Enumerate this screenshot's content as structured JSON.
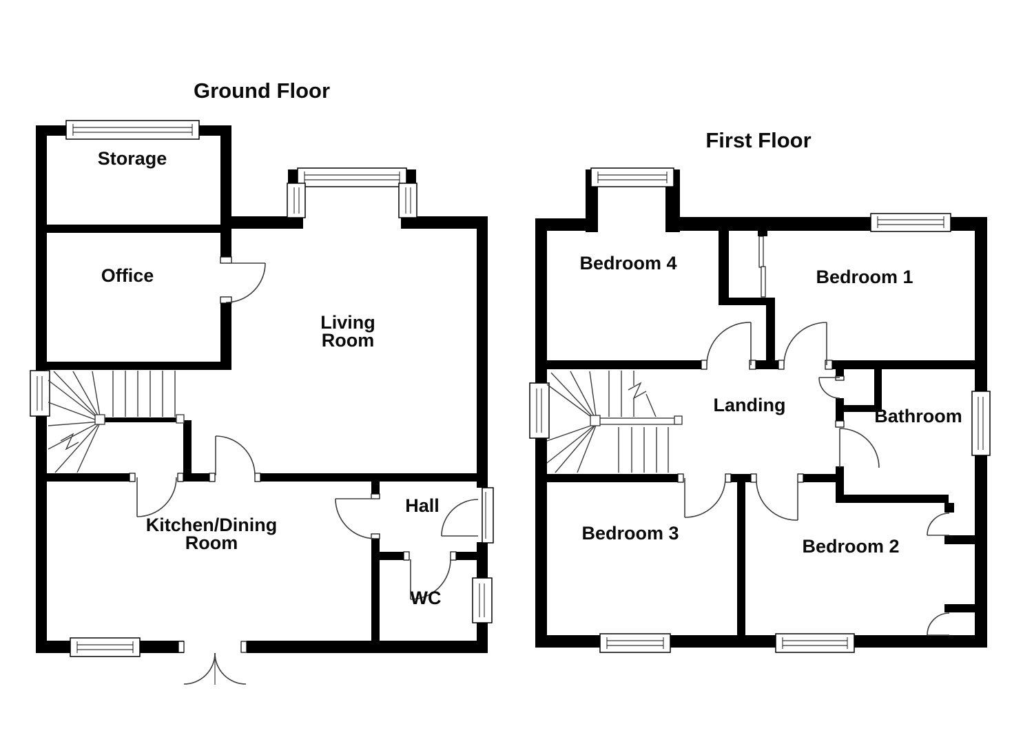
{
  "document": {
    "type": "floorplan",
    "background_color": "#ffffff",
    "wall_color": "#000000",
    "line_color": "#3c3c3c"
  },
  "ground_floor": {
    "title": "Ground Floor",
    "rooms": {
      "storage": "Storage",
      "office": "Office",
      "living_room": [
        "Living",
        "Room"
      ],
      "kitchen_dining": [
        "Kitchen/Dining",
        "Room"
      ],
      "hall": "Hall",
      "wc": "WC"
    }
  },
  "first_floor": {
    "title": "First Floor",
    "rooms": {
      "bedroom4": "Bedroom 4",
      "bedroom1": "Bedroom 1",
      "landing": "Landing",
      "bathroom": "Bathroom",
      "bedroom3": "Bedroom 3",
      "bedroom2": "Bedroom 2"
    }
  }
}
